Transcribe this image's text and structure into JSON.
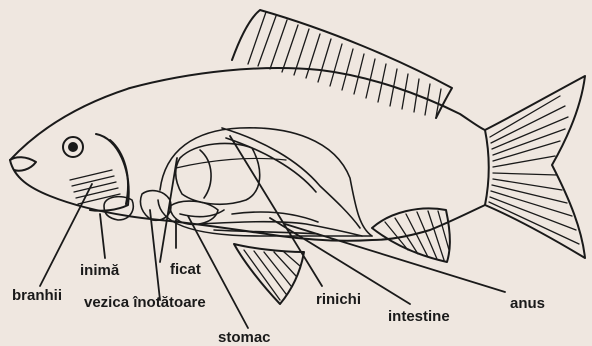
{
  "labels": {
    "branhii": "branhii",
    "inima": "inimă",
    "ficat": "ficat",
    "vezica": "vezica înotătoare",
    "stomac": "stomac",
    "rinichi": "rinichi",
    "intestine": "intestine",
    "anus": "anus"
  },
  "colors": {
    "background": "#efe7e0",
    "ink": "#1a1a1a"
  }
}
